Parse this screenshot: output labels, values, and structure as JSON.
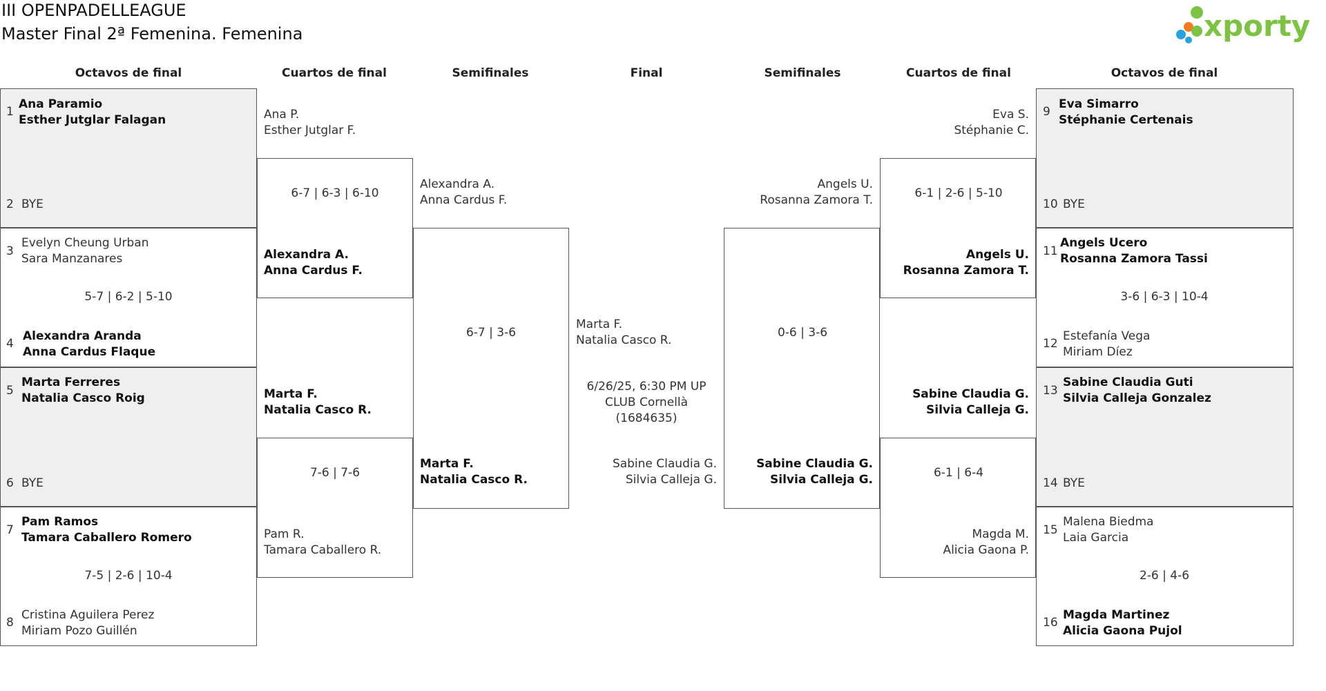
{
  "header": {
    "title": "III OPENPADELLEAGUE",
    "subtitle": "Master Final 2ª Femenina. Femenina",
    "brand": "xporty"
  },
  "rounds": {
    "r16": "Octavos de final",
    "qf": "Cuartos de final",
    "sf": "Semifinales",
    "final": "Final"
  },
  "left": {
    "r16": [
      {
        "seed1": "1",
        "p1": [
          "Ana Paramio",
          "Esther Jutglar Falagan"
        ],
        "seed2": "2",
        "p2": [
          "BYE"
        ],
        "score": ""
      },
      {
        "seed1": "3",
        "p1": [
          "Evelyn Cheung Urban",
          "Sara Manzanares"
        ],
        "seed2": "4",
        "p2": [
          "Alexandra Aranda",
          "Anna Cardus Flaque"
        ],
        "score": "5-7 | 6-2 | 5-10"
      },
      {
        "seed1": "5",
        "p1": [
          "Marta Ferreres",
          "Natalia Casco Roig"
        ],
        "seed2": "6",
        "p2": [
          "BYE"
        ],
        "score": ""
      },
      {
        "seed1": "7",
        "p1": [
          "Pam Ramos",
          "Tamara Caballero Romero"
        ],
        "seed2": "8",
        "p2": [
          "Cristina Aguilera Perez",
          "Miriam Pozo Guillén"
        ],
        "score": "7-5 | 2-6 | 10-4"
      }
    ],
    "qf": [
      {
        "p1": [
          "Ana P.",
          "Esther Jutglar F."
        ],
        "p2": [
          "Alexandra A.",
          "Anna Cardus F."
        ],
        "score": "6-7 | 6-3 | 6-10"
      },
      {
        "p1": [
          "Marta F.",
          "Natalia Casco R."
        ],
        "p2": [
          "Pam R.",
          "Tamara Caballero R."
        ],
        "score": "7-6 | 7-6"
      }
    ],
    "sf": {
      "p1": [
        "Alexandra A.",
        "Anna Cardus F."
      ],
      "p2": [
        "Marta F.",
        "Natalia Casco R."
      ],
      "score": "6-7 | 3-6"
    }
  },
  "right": {
    "r16": [
      {
        "seed1": "9",
        "p1": [
          "Eva Simarro",
          "Stéphanie Certenais"
        ],
        "seed2": "10",
        "p2": [
          "BYE"
        ],
        "score": ""
      },
      {
        "seed1": "11",
        "p1": [
          "Angels Ucero",
          "Rosanna Zamora Tassi"
        ],
        "seed2": "12",
        "p2": [
          "Estefanía Vega",
          "Miriam Díez"
        ],
        "score": "3-6 | 6-3 | 10-4"
      },
      {
        "seed1": "13",
        "p1": [
          "Sabine Claudia Guti",
          "Silvia Calleja Gonzalez"
        ],
        "seed2": "14",
        "p2": [
          "BYE"
        ],
        "score": ""
      },
      {
        "seed1": "15",
        "p1": [
          "Malena Biedma",
          "Laia Garcia"
        ],
        "seed2": "16",
        "p2": [
          "Magda Martinez",
          "Alicia Gaona Pujol"
        ],
        "score": "2-6 | 4-6"
      }
    ],
    "qf": [
      {
        "p1": [
          "Eva S.",
          "Stéphanie C."
        ],
        "p2": [
          "Angels U.",
          "Rosanna Zamora T."
        ],
        "score": "6-1 | 2-6 | 5-10"
      },
      {
        "p1": [
          "Sabine Claudia G.",
          "Silvia Calleja G."
        ],
        "p2": [
          "Magda M.",
          "Alicia Gaona P."
        ],
        "score": "6-1 | 6-4"
      }
    ],
    "sf": {
      "p1": [
        "Angels U.",
        "Rosanna Zamora T."
      ],
      "p2": [
        "Sabine Claudia G.",
        "Silvia Calleja G."
      ],
      "score": "0-6 | 3-6"
    }
  },
  "final": {
    "p1": [
      "Marta F.",
      "Natalia Casco R."
    ],
    "info": [
      "6/26/25, 6:30 PM UP",
      "CLUB Cornellà",
      "(1684635)"
    ],
    "p2": [
      "Sabine Claudia G.",
      "Silvia Calleja G."
    ]
  },
  "colors": {
    "logo_green": "#7dc242",
    "logo_blue": "#29a3dd",
    "logo_orange": "#f47c20",
    "box_fill_grey": "#efefef"
  }
}
